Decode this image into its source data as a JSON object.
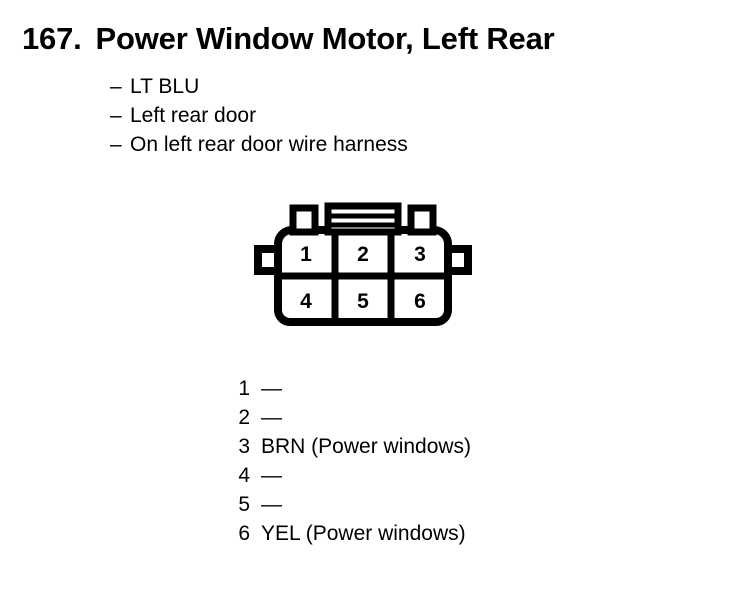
{
  "page": {
    "entry_number": "167.",
    "title": "Power Window Motor, Left Rear",
    "bullet_marker": "–"
  },
  "notes": [
    {
      "text": "LT BLU"
    },
    {
      "text": "Left rear door"
    },
    {
      "text": "On left rear door wire harness"
    }
  ],
  "connector": {
    "name": "6-way-connector",
    "rows": 2,
    "columns": 3,
    "cavities": [
      {
        "number": "1",
        "row": 0,
        "col": 0
      },
      {
        "number": "2",
        "row": 0,
        "col": 1
      },
      {
        "number": "3",
        "row": 0,
        "col": 2
      },
      {
        "number": "4",
        "row": 1,
        "col": 0
      },
      {
        "number": "5",
        "row": 1,
        "col": 1
      },
      {
        "number": "6",
        "row": 1,
        "col": 2
      }
    ],
    "outline_color": "#000000",
    "fill_color": "#ffffff"
  },
  "pin_legend": [
    {
      "pin": "1",
      "value": "—"
    },
    {
      "pin": "2",
      "value": "—"
    },
    {
      "pin": "3",
      "value": "BRN (Power windows)"
    },
    {
      "pin": "4",
      "value": "—"
    },
    {
      "pin": "5",
      "value": "—"
    },
    {
      "pin": "6",
      "value": "YEL (Power windows)"
    }
  ]
}
